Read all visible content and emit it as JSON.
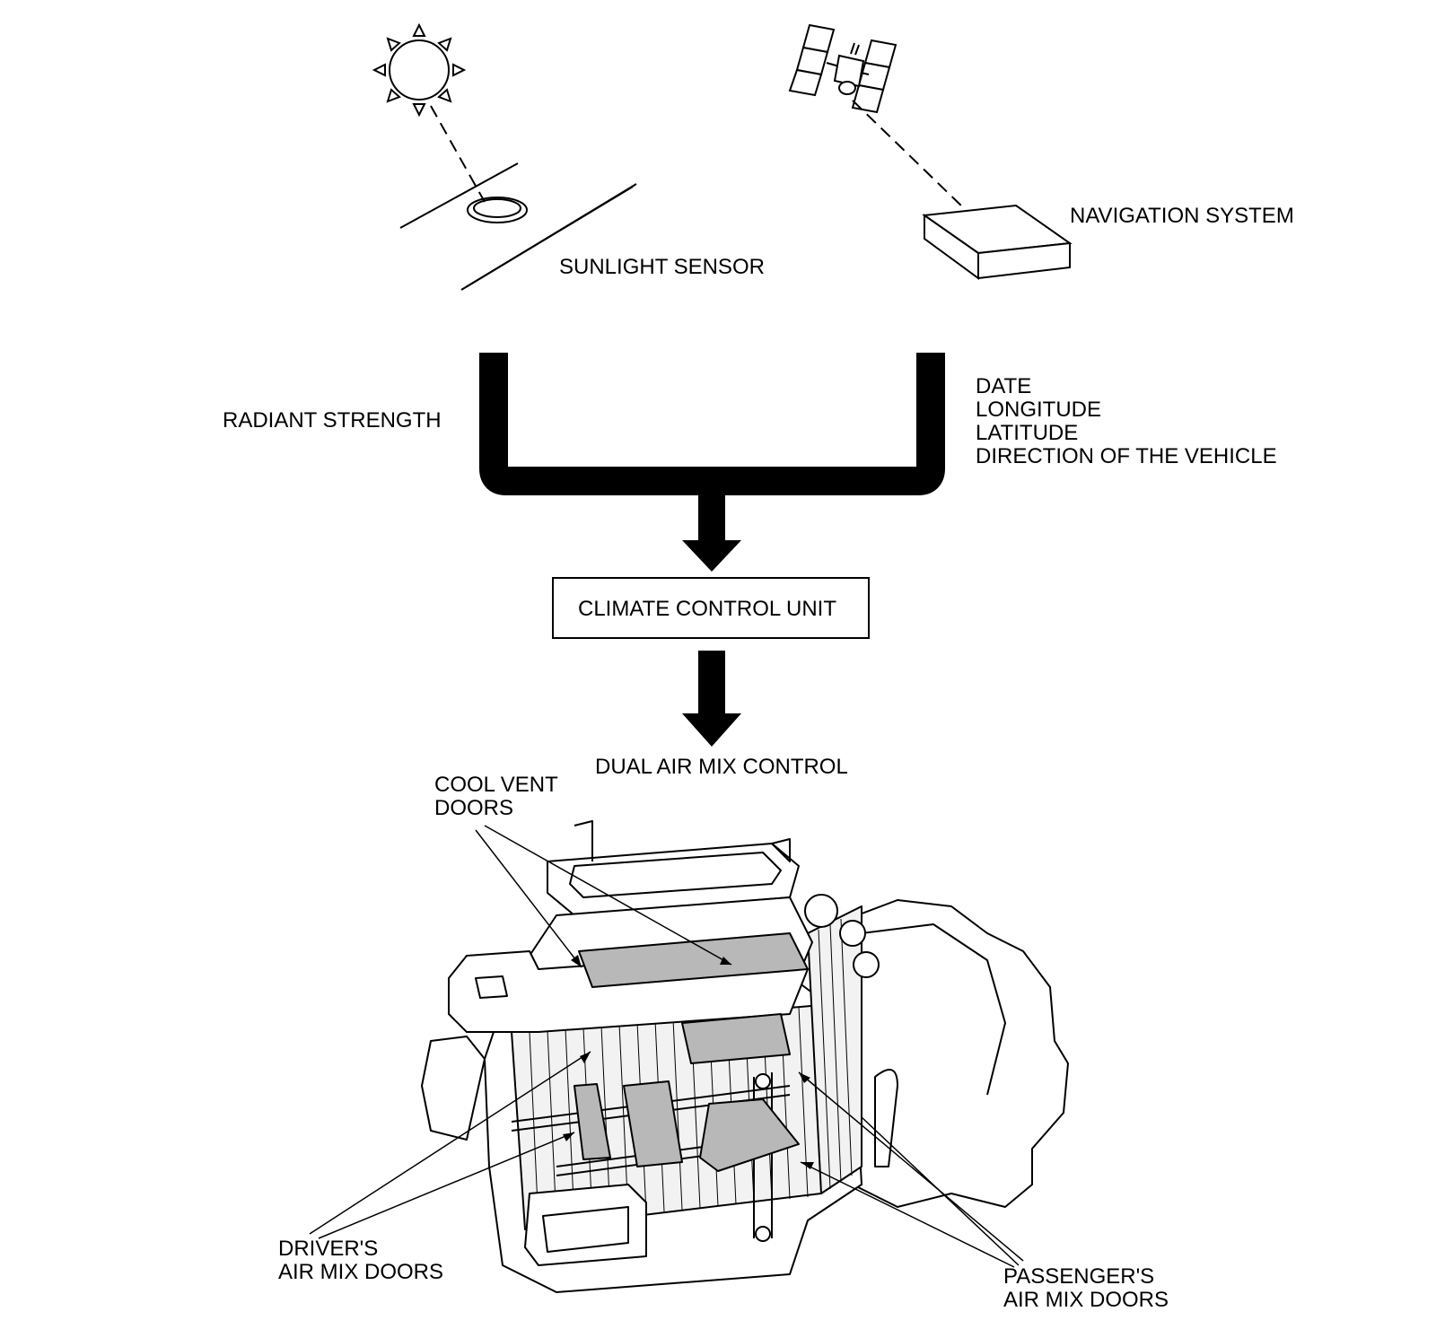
{
  "colors": {
    "ink": "#000000",
    "paper": "#ffffff",
    "door_fill": "#b8b8b8",
    "housing_fill": "#f2f2f2"
  },
  "inputs": {
    "sunlight_sensor": "SUNLIGHT SENSOR",
    "navigation_system": "NAVIGATION SYSTEM"
  },
  "signals": {
    "radiant_strength": "RADIANT STRENGTH",
    "nav_data": [
      "DATE",
      "LONGITUDE",
      "LATITUDE",
      "DIRECTION OF THE VEHICLE"
    ]
  },
  "controller": {
    "label": "CLIMATE CONTROL UNIT"
  },
  "output": {
    "label": "DUAL AIR MIX CONTROL"
  },
  "callouts": {
    "cool_vent_doors": [
      "COOL VENT",
      "DOORS"
    ],
    "drivers_doors": [
      "DRIVER'S",
      "AIR MIX DOORS"
    ],
    "passengers_doors": [
      "PASSENGER'S",
      "AIR MIX DOORS"
    ]
  },
  "icons": [
    "sun-icon",
    "satellite-icon",
    "navigation-unit-icon",
    "hvac-unit-illustration"
  ]
}
